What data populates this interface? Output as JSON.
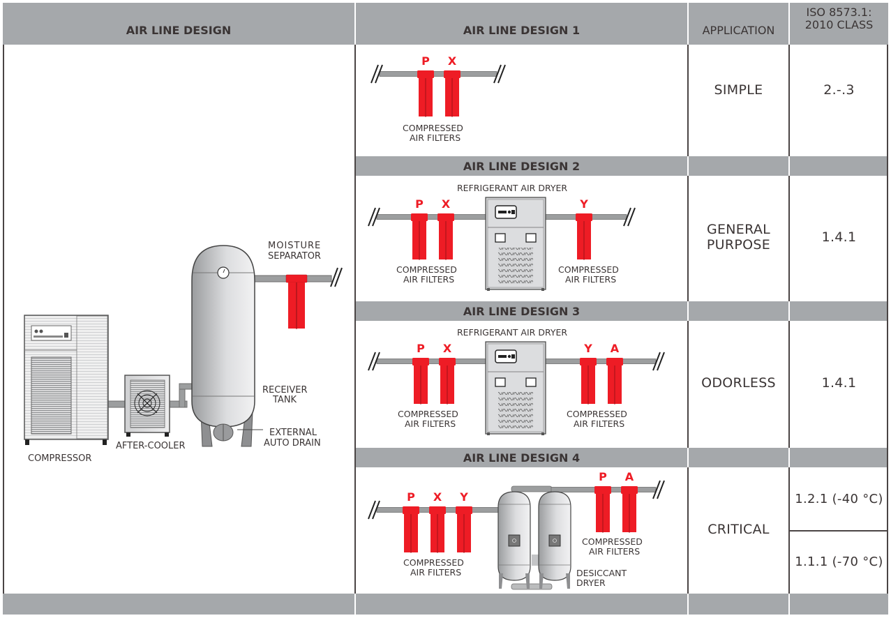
{
  "header": {
    "col1": "AIR LINE DESIGN",
    "col2": "AIR LINE DESIGN 1",
    "col3": "APPLICATION",
    "col4_line1": "ISO 8573.1:",
    "col4_line2": "2010 CLASS"
  },
  "left_diagram": {
    "labels": {
      "compressor": "COMPRESSOR",
      "after_cooler": "AFTER-COOLER",
      "receiver_tank_1": "RECEIVER",
      "receiver_tank_2": "TANK",
      "drain_1": "EXTERNAL",
      "drain_2": "AUTO DRAIN",
      "moisture_1": "MOISTURE",
      "moisture_2": "SEPARATOR"
    }
  },
  "designs": [
    {
      "title": "AIR LINE DESIGN 1",
      "application": "SIMPLE",
      "iso_class": [
        "2.-.3"
      ],
      "filters_left": [
        "P",
        "X"
      ],
      "filters_right": [],
      "dryer": null,
      "caption_left_1": "COMPRESSED",
      "caption_left_2": "AIR FILTERS"
    },
    {
      "title": "AIR LINE DESIGN 2",
      "application_1": "GENERAL",
      "application_2": "PURPOSE",
      "iso_class": [
        "1.4.1"
      ],
      "filters_left": [
        "P",
        "X"
      ],
      "filters_right": [
        "Y"
      ],
      "dryer": "REFRIGERANT AIR DRYER",
      "caption_left_1": "COMPRESSED",
      "caption_left_2": "AIR FILTERS",
      "caption_right_1": "COMPRESSED",
      "caption_right_2": "AIR FILTERS"
    },
    {
      "title": "AIR LINE DESIGN 3",
      "application": "ODORLESS",
      "iso_class": [
        "1.4.1"
      ],
      "filters_left": [
        "P",
        "X"
      ],
      "filters_right": [
        "Y",
        "A"
      ],
      "dryer": "REFRIGERANT AIR DRYER",
      "caption_left_1": "COMPRESSED",
      "caption_left_2": "AIR FILTERS",
      "caption_right_1": "COMPRESSED",
      "caption_right_2": "AIR FILTERS"
    },
    {
      "title": "AIR LINE DESIGN 4",
      "application": "CRITICAL",
      "iso_class": [
        "1.2.1 (-40 °C)",
        "1.1.1 (-70 °C)"
      ],
      "filters_left": [
        "P",
        "X",
        "Y"
      ],
      "filters_right": [
        "P",
        "A"
      ],
      "dryer_1": "DESICCANT",
      "dryer_2": "DRYER",
      "caption_left_1": "COMPRESSED",
      "caption_left_2": "AIR FILTERS",
      "caption_right_1": "COMPRESSED",
      "caption_right_2": "AIR FILTERS"
    }
  ],
  "colors": {
    "header_gray": "#a5a8ab",
    "filter_red": "#ee1c25",
    "line_dark": "#4a4444",
    "text": "#3a3434"
  }
}
